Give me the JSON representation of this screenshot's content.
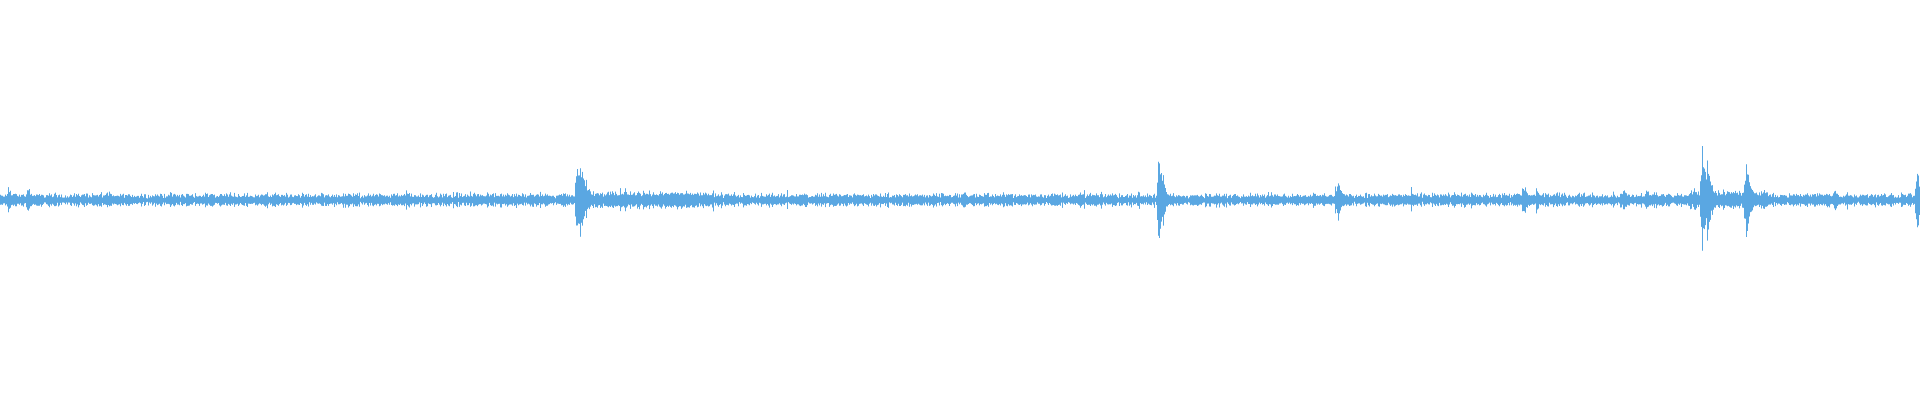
{
  "waveform": {
    "color": "#5aa7e2",
    "background": "#ffffff",
    "baseline_amplitude": 0.035,
    "noise_amplitude": 0.018,
    "peaks": [
      {
        "position": 0.004,
        "amplitude": 0.1
      },
      {
        "position": 0.014,
        "amplitude": 0.09
      },
      {
        "position": 0.109,
        "amplitude": 0.05
      },
      {
        "position": 0.3,
        "amplitude": 0.27
      },
      {
        "position": 0.302,
        "amplitude": 0.26
      },
      {
        "position": 0.305,
        "amplitude": 0.12
      },
      {
        "position": 0.325,
        "amplitude": 0.08
      },
      {
        "position": 0.357,
        "amplitude": 0.07
      },
      {
        "position": 0.603,
        "amplitude": 0.3
      },
      {
        "position": 0.696,
        "amplitude": 0.16
      },
      {
        "position": 0.766,
        "amplitude": 0.05
      },
      {
        "position": 0.793,
        "amplitude": 0.12
      },
      {
        "position": 0.8,
        "amplitude": 0.07
      },
      {
        "position": 0.845,
        "amplitude": 0.09
      },
      {
        "position": 0.857,
        "amplitude": 0.08
      },
      {
        "position": 0.886,
        "amplitude": 0.34
      },
      {
        "position": 0.889,
        "amplitude": 0.28
      },
      {
        "position": 0.897,
        "amplitude": 0.08
      },
      {
        "position": 0.909,
        "amplitude": 0.3
      },
      {
        "position": 0.955,
        "amplitude": 0.09
      },
      {
        "position": 0.998,
        "amplitude": 0.23
      }
    ],
    "busy_segments": [
      {
        "start": 0.3,
        "end": 0.37,
        "amplitude": 0.045
      },
      {
        "start": 0.88,
        "end": 0.92,
        "amplitude": 0.05
      }
    ]
  }
}
